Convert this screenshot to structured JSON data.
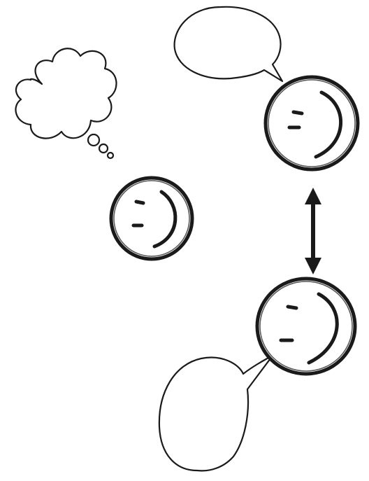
{
  "diagram": {
    "style": "black-and-white sketch",
    "faces": [
      {
        "id": "thinker",
        "role": "smiley face",
        "expression": "smile"
      },
      {
        "id": "speaker-top",
        "role": "smiley face",
        "expression": "smile"
      },
      {
        "id": "speaker-bottom",
        "role": "smiley face",
        "expression": "smile"
      }
    ],
    "bubbles": [
      {
        "id": "thought",
        "kind": "thought-cloud",
        "text": ""
      },
      {
        "id": "speech-top",
        "kind": "speech",
        "text": ""
      },
      {
        "id": "speech-bottom",
        "kind": "speech",
        "text": ""
      }
    ],
    "connector": {
      "kind": "double-headed-arrow",
      "between": [
        "speaker-top",
        "speaker-bottom"
      ]
    },
    "colors": {
      "ink": "#1a1a1a",
      "background": "#ffffff"
    },
    "icons": [
      "smiley-face-icon",
      "thought-cloud-icon",
      "speech-bubble-icon",
      "double-arrow-icon"
    ]
  }
}
